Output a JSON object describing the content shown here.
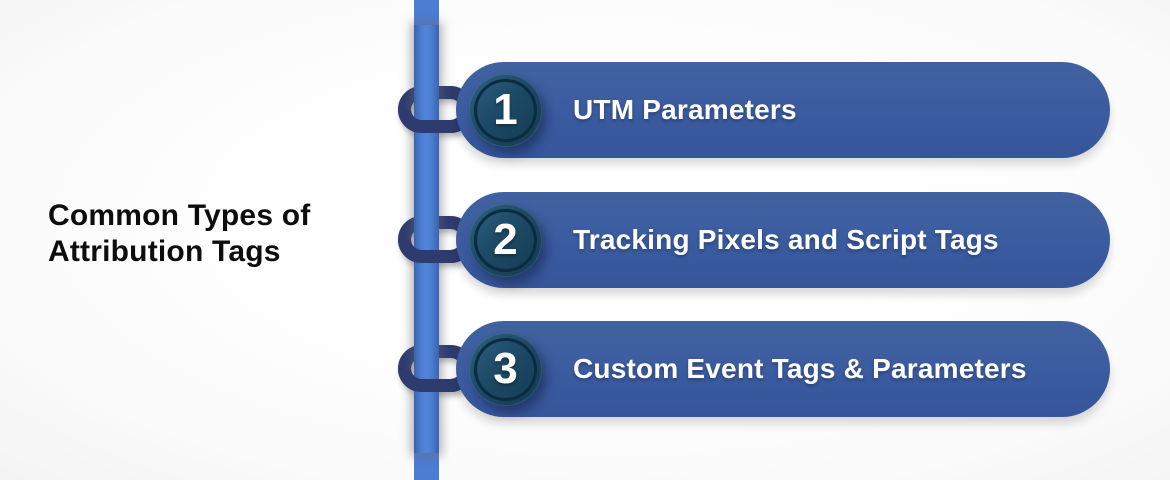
{
  "title": {
    "line1": "Common Types of",
    "line2": "Attribution Tags"
  },
  "items": [
    {
      "number": "1",
      "label": "UTM Parameters"
    },
    {
      "number": "2",
      "label": "Tracking Pixels and Script Tags"
    },
    {
      "number": "3",
      "label": "Custom Event Tags & Parameters"
    }
  ],
  "decorations": {
    "timeline": "vertical-pole",
    "connector": "chain-link"
  },
  "colors": {
    "pill-blue": "#3b5ba0",
    "badge-teal": "#1d4a66",
    "badge-teal-dark": "#143a52",
    "badge-ring": "#0b2b40",
    "link-navy": "#2d3b6e",
    "pole-blue": "#4b7dd2",
    "pole-edge": "#3a63ad",
    "title-black": "#0d0d0d",
    "text-white": "#ffffff"
  }
}
